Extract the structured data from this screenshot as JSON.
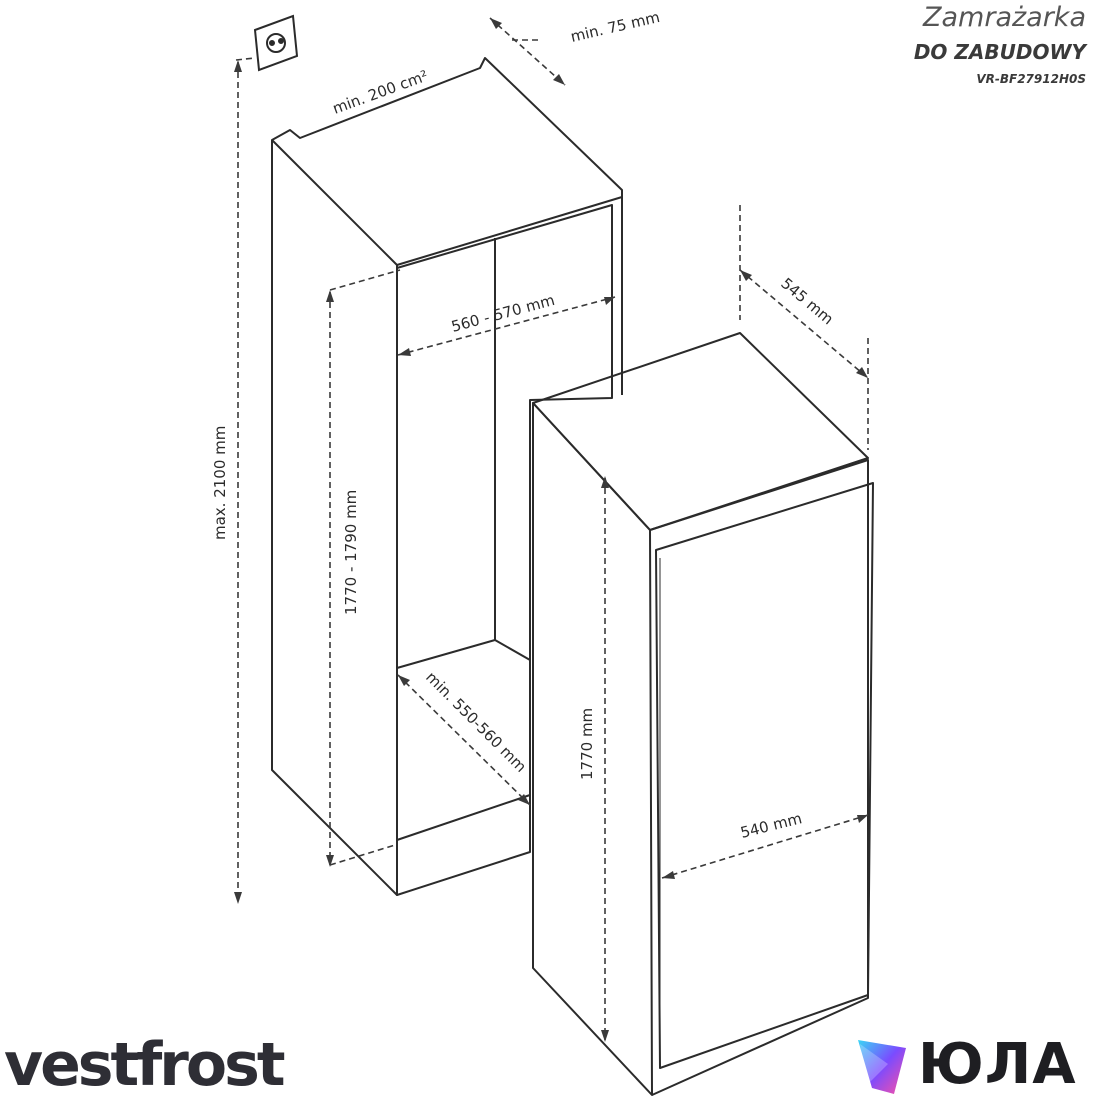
{
  "header": {
    "line1": "Zamrażarka",
    "line2": "DO ZABUDOWY",
    "model": "VR-BF27912H0S"
  },
  "dimensions": {
    "vent_gap": "min. 75 mm",
    "vent_area": "min. 200 cm²",
    "max_height": "max. 2100 mm",
    "niche_height": "1770 - 1790 mm",
    "niche_width": "560 - 570 mm",
    "niche_depth": "min. 550-560 mm",
    "depth": "545 mm",
    "appliance_height": "1770 mm",
    "appliance_width": "540 mm"
  },
  "footer": {
    "brand": "vestfrost",
    "seller_logo_text": "ЮЛА"
  },
  "colors": {
    "line": "#2b2b2b",
    "dash": "#3a3a3a",
    "logo_gradient": [
      "#3ad6f5",
      "#7a4cff",
      "#ff4fa3"
    ]
  }
}
